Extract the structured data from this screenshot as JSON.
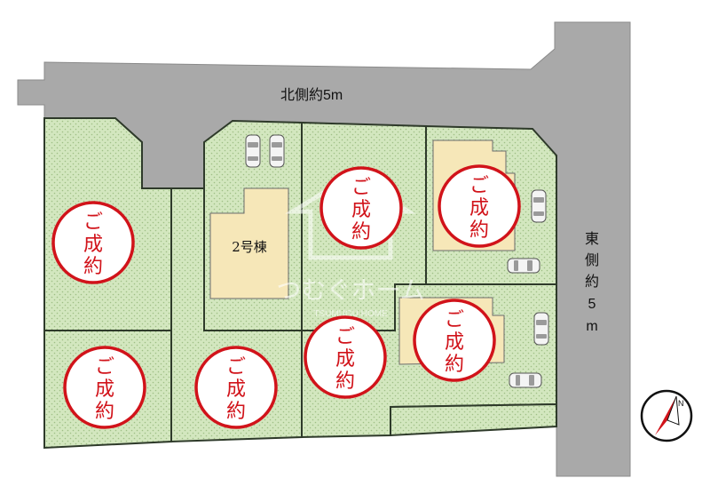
{
  "roads": {
    "north_label": "北側約5m",
    "east_label_chars": [
      "東",
      "側",
      "約",
      "5",
      "m"
    ]
  },
  "building_label": "2号棟",
  "badge": {
    "line1": "ご",
    "line2": "成",
    "line3": "約"
  },
  "watermark": {
    "main": "つむぐホーム",
    "sub": "TSUMUGU HOME"
  },
  "compass": {
    "letter": "N"
  },
  "colors": {
    "badge_red": "#d1131a",
    "lot_green": "#d5e8c0",
    "road_gray": "#a9a9a9",
    "house_yellow": "#f6e7b8"
  }
}
